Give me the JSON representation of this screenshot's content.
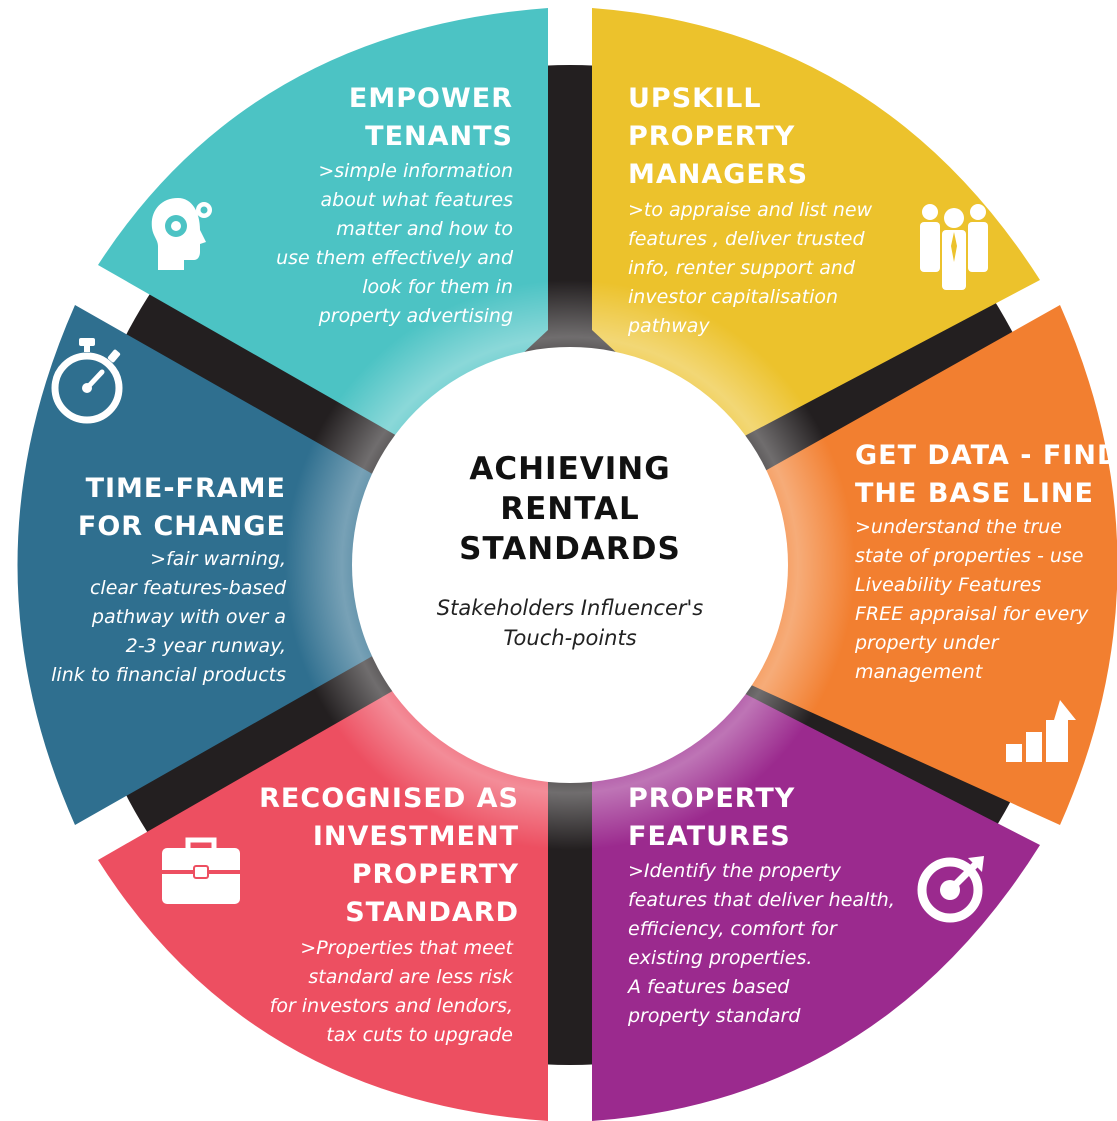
{
  "center": {
    "title": [
      "ACHIEVING",
      "RENTAL",
      "STANDARDS"
    ],
    "subtitle": [
      "Stakeholders",
      "Influencer's",
      "Touch-points"
    ]
  },
  "segments": [
    {
      "id": "empower",
      "color": "#4cc3c4",
      "icon": "head-gears-icon",
      "title": [
        "EMPOWER",
        "TENANTS"
      ],
      "description": [
        ">simple information",
        "about what features",
        "matter and how to",
        "use them effectively and",
        "look for them in",
        "property advertising"
      ]
    },
    {
      "id": "upskill",
      "color": "#ecc22c",
      "icon": "team-icon",
      "title": [
        "UPSKILL",
        "PROPERTY",
        "MANAGERS"
      ],
      "description": [
        ">to appraise and list new",
        "features , deliver trusted",
        "info, renter support and",
        "investor capitalisation",
        "pathway"
      ]
    },
    {
      "id": "data",
      "color": "#f27f30",
      "icon": "growth-chart-icon",
      "title": [
        "GET DATA - FIND",
        "THE BASE LINE"
      ],
      "description": [
        ">understand the true",
        "state of properties - use",
        "Liveability Features",
        "FREE appraisal for every",
        "property under",
        "management"
      ]
    },
    {
      "id": "features",
      "color": "#9b2a8e",
      "icon": "target-arrow-icon",
      "title": [
        "PROPERTY",
        "FEATURES"
      ],
      "description": [
        ">Identify the property",
        "features that deliver health,",
        "efficiency, comfort for",
        "existing properties.",
        "A features based",
        "property standard"
      ]
    },
    {
      "id": "investment",
      "color": "#ed4f61",
      "icon": "briefcase-icon",
      "title": [
        "RECOGNISED AS",
        "INVESTMENT",
        "PROPERTY",
        "STANDARD"
      ],
      "description": [
        ">Properties that meet",
        "standard are less risk",
        "for investors and lendors,",
        "tax cuts to upgrade"
      ]
    },
    {
      "id": "timeframe",
      "color": "#2f6f8f",
      "icon": "stopwatch-icon",
      "title": [
        "TIME-FRAME",
        "FOR CHANGE"
      ],
      "description": [
        ">fair warning,",
        "clear features-based",
        "pathway with over a",
        "2-3 year runway,",
        "link to financial products"
      ]
    }
  ]
}
